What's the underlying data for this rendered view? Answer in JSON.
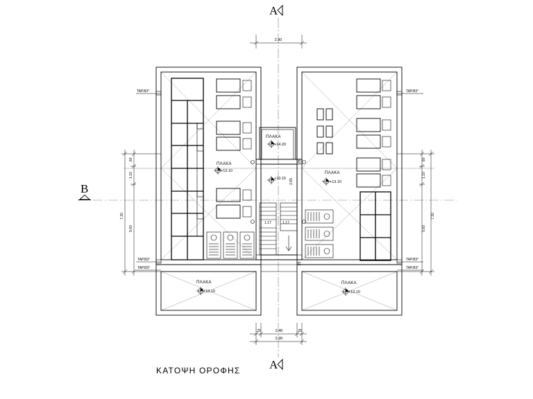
{
  "drawing_title": "ΚΑΤΟΨΗ ΟΡΟΦΗΣ",
  "section_marks": {
    "top": "A",
    "bottom": "A",
    "left": "B"
  },
  "dimensions": {
    "top_overall": "2.90",
    "bottom_wall_left": ".25",
    "bottom_inner": "2.40",
    "bottom_wall_right": ".25",
    "bottom_overall": "2.90",
    "left_upper": ".60",
    "left_middle": "1.10",
    "left_overall": "7.30",
    "left_lower": "5.60",
    "right_upper": ".60",
    "right_middle": "1.10",
    "right_overall": "7.30",
    "right_lower": "5.60",
    "core_top_wall": ".25",
    "core_depth": "2.65",
    "core_bottom_wall": ".25",
    "stair_left": "1.17",
    "stair_right": "1.17"
  },
  "elevations": {
    "tank_roof": {
      "label": "ΠΛΑΚΑ",
      "level": "+14.20"
    },
    "left_roof": {
      "label": "ΠΛΑΚΑ",
      "level": "+13.10"
    },
    "stair_core": {
      "level": "+13.15"
    },
    "right_roof": {
      "label": "ΠΛΑΚΑ",
      "level": "+13.10"
    },
    "left_balcony": {
      "label": "ΠΛΑΚΑ",
      "level": "+13.10"
    },
    "right_balcony": {
      "label": "ΠΛΑΚΑ",
      "level": "+13.10"
    }
  },
  "drains": [
    "TAP.B3°",
    "TAP.B3°",
    "TAP.B3°",
    "TAP.B3°",
    "TAP.B3°",
    "TAP.B3°"
  ]
}
